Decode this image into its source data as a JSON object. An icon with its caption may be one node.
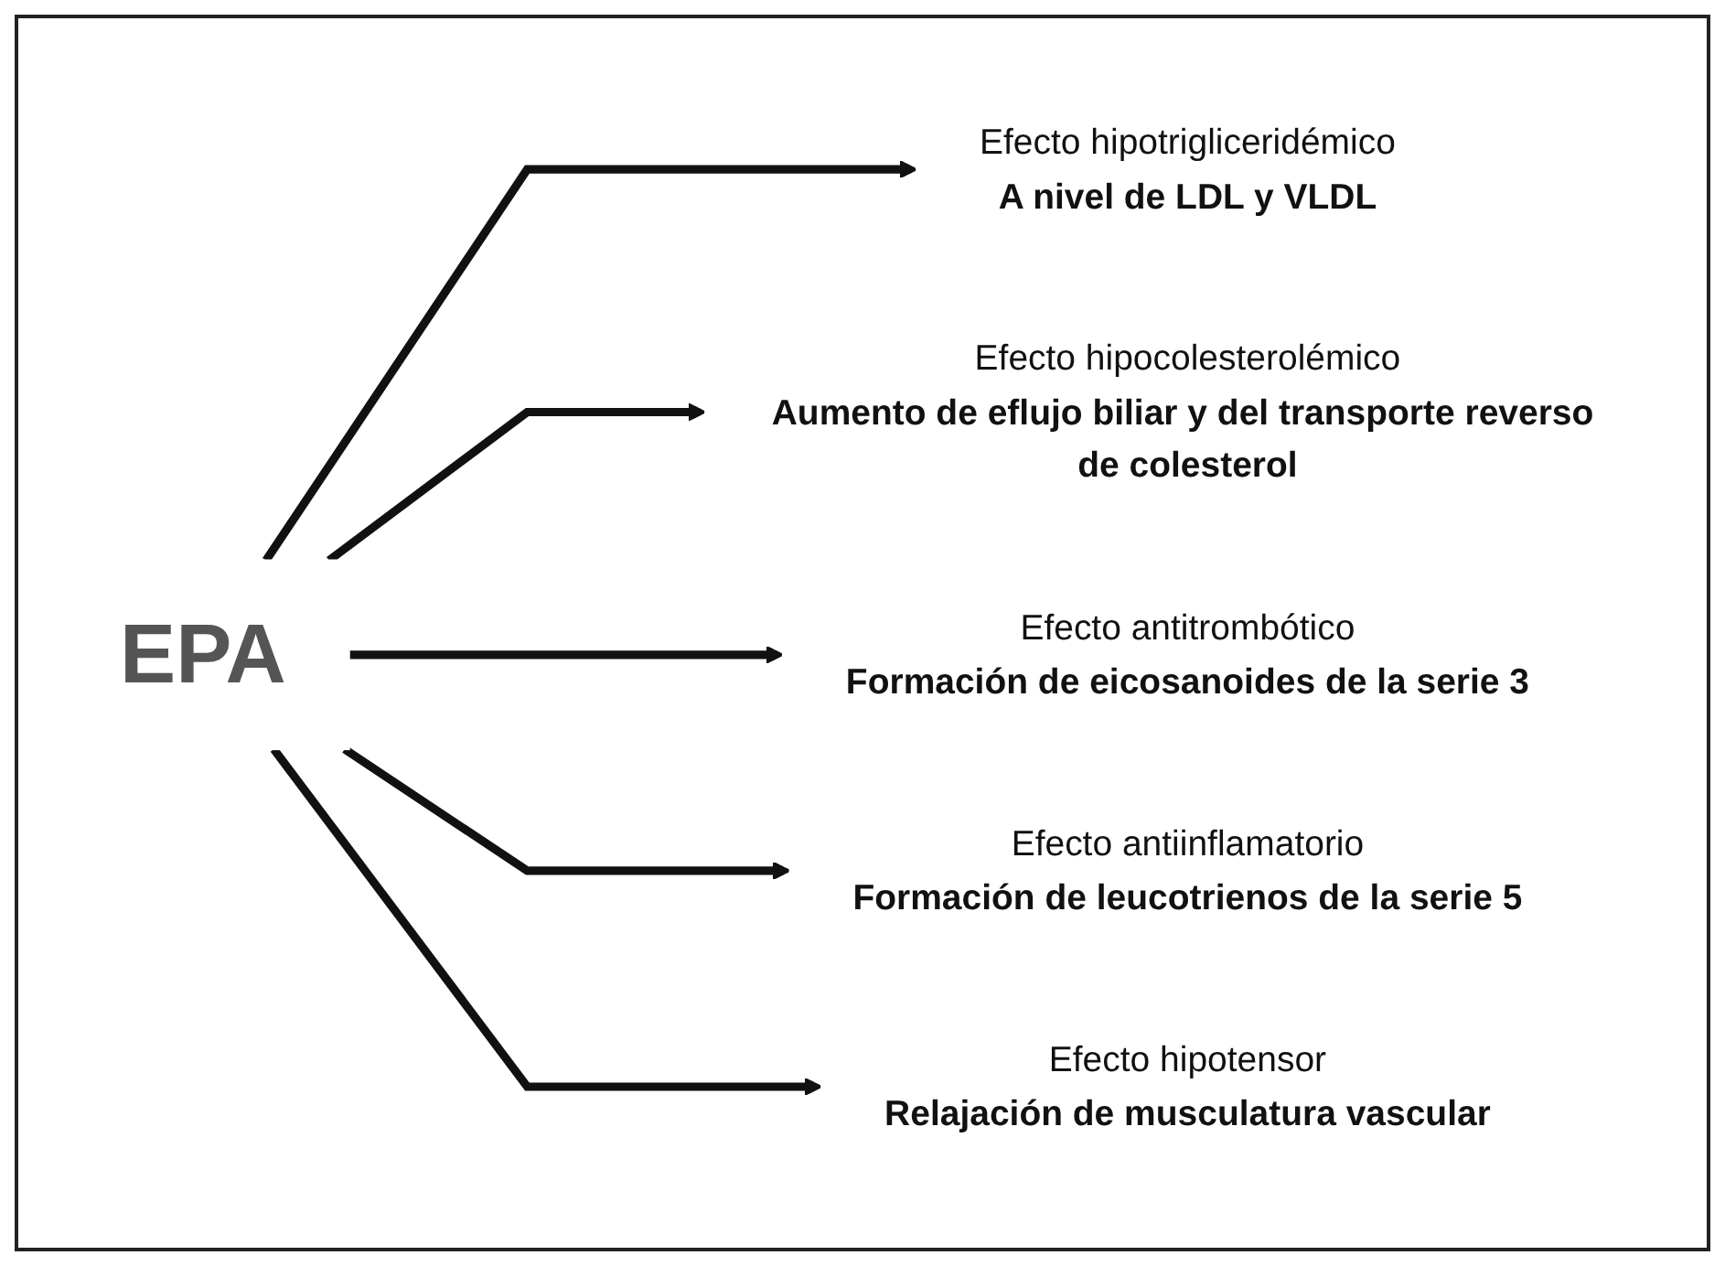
{
  "diagram": {
    "nodes": [
      {
        "text": [
          "EPA"
        ]
      },
      {
        "text": [
          "Efecto hipotrigliceridémico",
          "A nivel de LDL y VLDL"
        ]
      },
      {
        "text": [
          "Efecto hipocolesterolémico",
          "Aumento de eflujo biliar y del transporte reverso de colesterol"
        ]
      },
      {
        "text": [
          "Efecto antitrombótico",
          "Formación de eicosanoides de la serie 3"
        ]
      },
      {
        "text": [
          "Efecto antiinflamatorio",
          "Formación de leucotrienos de la serie 5"
        ]
      },
      {
        "text": [
          "Efecto hipotensor",
          "Relajación de musculatura vascular"
        ]
      }
    ],
    "edges": [
      {
        "from": 0,
        "to": 1,
        "arrow": "to"
      },
      {
        "from": 0,
        "to": 2,
        "arrow": "to"
      },
      {
        "from": 0,
        "to": 3,
        "arrow": "to"
      },
      {
        "from": 0,
        "to": 4,
        "arrow": "to"
      },
      {
        "from": 0,
        "to": 5,
        "arrow": "to"
      }
    ]
  }
}
